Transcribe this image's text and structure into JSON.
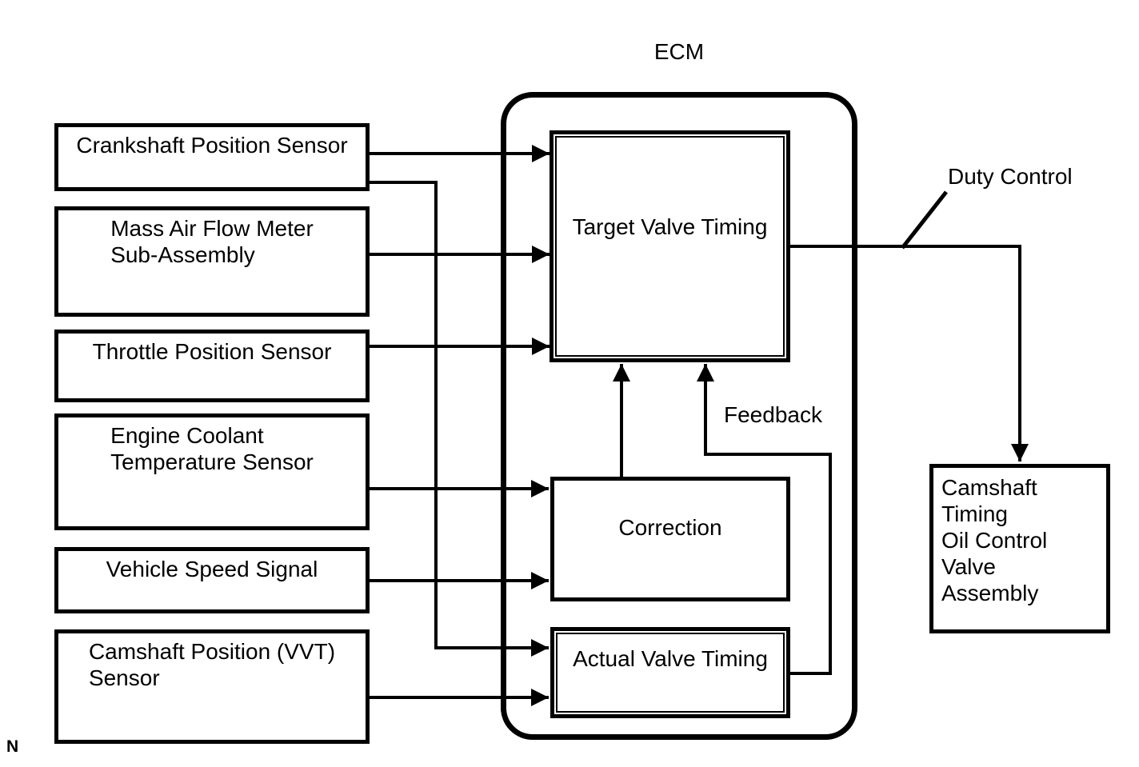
{
  "diagram": {
    "title": "ECM",
    "corner_marker": "N",
    "sensors": [
      {
        "id": "crankshaft-position-sensor",
        "label": "Crankshaft Position Sensor"
      },
      {
        "id": "mass-air-flow-meter",
        "label": "Mass Air Flow Meter\nSub-Assembly"
      },
      {
        "id": "throttle-position-sensor",
        "label": "Throttle Position Sensor"
      },
      {
        "id": "engine-coolant-temperature-sensor",
        "label": "Engine Coolant\nTemperature Sensor"
      },
      {
        "id": "vehicle-speed-signal",
        "label": "Vehicle Speed Signal"
      },
      {
        "id": "camshaft-position-vvt-sensor",
        "label": "Camshaft Position (VVT)\nSensor"
      }
    ],
    "ecm_blocks": {
      "target_valve_timing": "Target Valve Timing",
      "correction": "Correction",
      "actual_valve_timing": "Actual Valve Timing"
    },
    "annotations": {
      "duty_control": "Duty Control",
      "feedback": "Feedback"
    },
    "output_component": {
      "label": "Camshaft Timing\nOil Control Valve\nAssembly"
    },
    "connections": [
      "Crankshaft Position Sensor -> Target Valve Timing",
      "Crankshaft Position Sensor -> Actual Valve Timing",
      "Mass Air Flow Meter Sub-Assembly -> Target Valve Timing",
      "Throttle Position Sensor -> Target Valve Timing",
      "Engine Coolant Temperature Sensor -> Correction",
      "Vehicle Speed Signal -> Correction",
      "Camshaft Position (VVT) Sensor -> Actual Valve Timing",
      "Correction -> Target Valve Timing",
      "Actual Valve Timing -> Target Valve Timing (Feedback)",
      "Target Valve Timing -> Camshaft Timing Oil Control Valve Assembly (Duty Control)"
    ],
    "colors": {
      "line": "#000000",
      "background": "#ffffff"
    }
  }
}
